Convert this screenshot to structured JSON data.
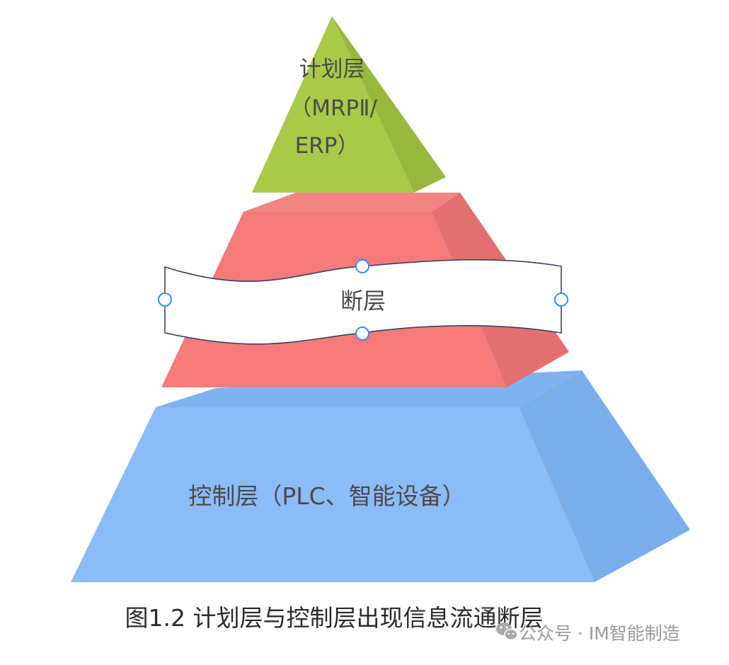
{
  "layers": {
    "planning": {
      "label_lines": [
        "计划层",
        "（MRPⅡ/",
        "ERP）"
      ],
      "color_front": "#aac948",
      "color_side": "#98b73c"
    },
    "gap": {
      "label": "断层",
      "color_front": "#f47b79",
      "color_side": "#e46f70",
      "banner_fill": "#ffffff",
      "banner_stroke": "#3c4061",
      "handle_stroke": "#3b8ee6"
    },
    "control": {
      "label": "控制层（PLC、智能设备）",
      "color_front": "#8bbcf7",
      "color_side": "#7aaeea"
    }
  },
  "caption": "图1.2 计划层与控制层出现信息流通断层",
  "watermark": {
    "text": "公众号 · IM智能制造",
    "icon": "wechat-icon"
  }
}
